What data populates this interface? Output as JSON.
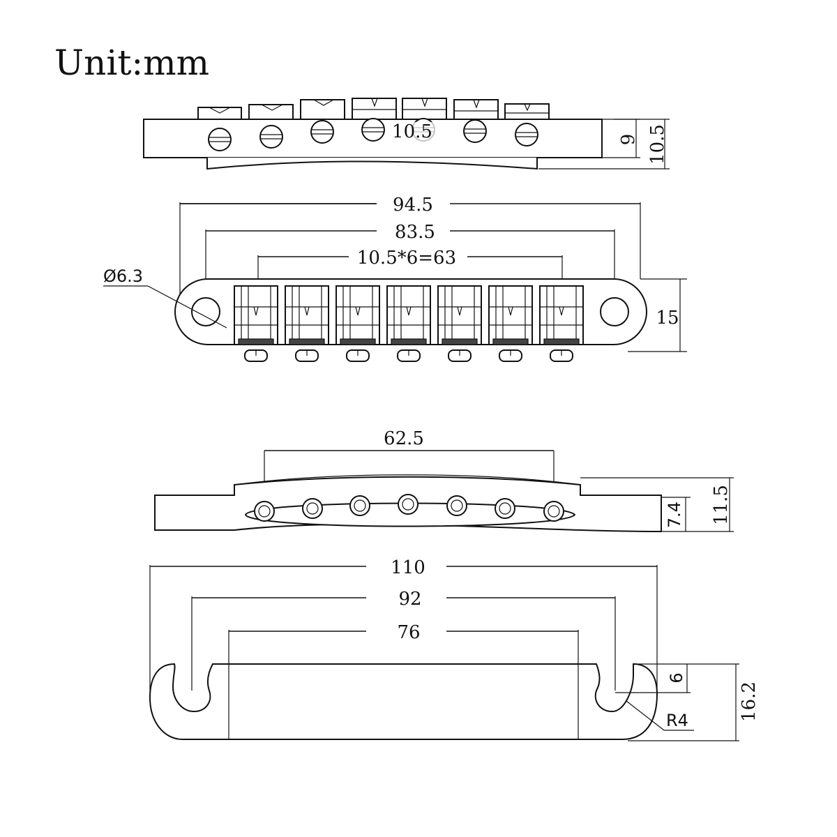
{
  "title": "Unit:mm",
  "top_view": {
    "spacing_label": "10.5",
    "inner_height": "9",
    "outer_height": "10.5"
  },
  "plan_view": {
    "overall_length": "94.5",
    "post_spacing": "83.5",
    "string_spacing": "10.5*6=63",
    "hole_diameter": "Ø6.3",
    "width": "15"
  },
  "front_view": {
    "outer_string_span": "62.5",
    "hole_height": "7.4",
    "total_height": "11.5"
  },
  "tailpiece_view": {
    "overall_length": "110",
    "slot_spacing": "92",
    "body_length": "76",
    "slot_depth": "6",
    "height": "16.2",
    "radius": "R4"
  }
}
